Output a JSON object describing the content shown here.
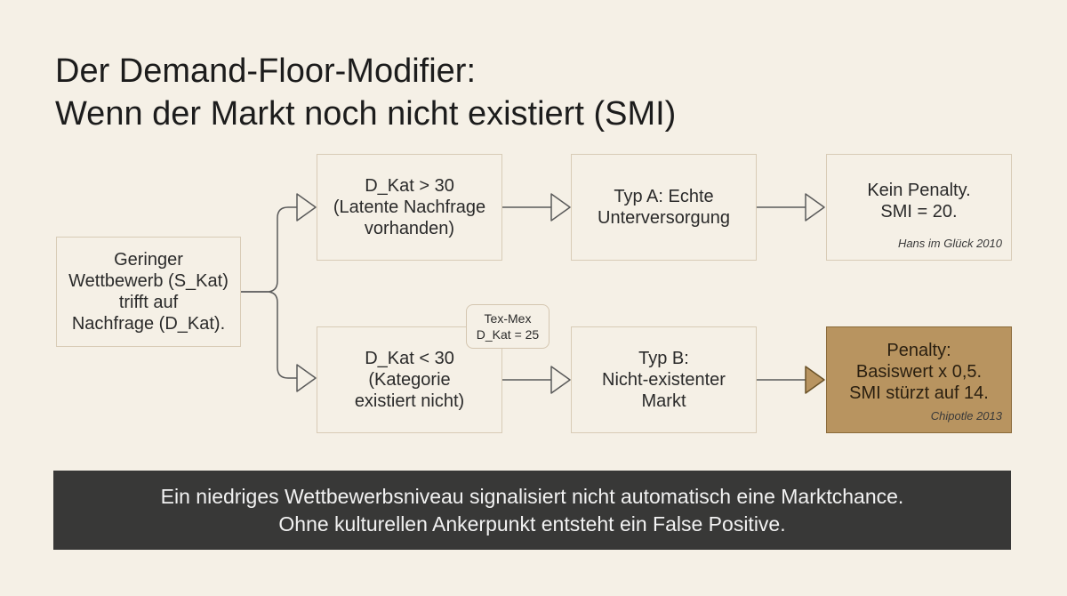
{
  "title": {
    "line1": "Der Demand-Floor-Modifier:",
    "line2": "Wenn der Markt noch nicht existiert (SMI)"
  },
  "nodes": {
    "start": {
      "lines": [
        "Geringer",
        "Wettbewerb (S_Kat)",
        "trifft auf",
        "Nachfrage (D_Kat)."
      ]
    },
    "cond_high": {
      "lines": [
        "D_Kat > 30",
        "(Latente Nachfrage",
        "vorhanden)"
      ]
    },
    "cond_low": {
      "lines": [
        "D_Kat < 30",
        "(Kategorie",
        "existiert nicht)"
      ]
    },
    "type_a": {
      "lines": [
        "Typ A: Echte",
        "Unterversorgung"
      ]
    },
    "type_b": {
      "lines": [
        "Typ B:",
        "Nicht-existenter",
        "Markt"
      ]
    },
    "result_a": {
      "lines": [
        "Kein Penalty.",
        "SMI = 20."
      ],
      "note": "Hans im Glück 2010"
    },
    "result_b": {
      "lines": [
        "Penalty:",
        "Basiswert x 0,5.",
        "SMI stürzt auf 14."
      ],
      "note": "Chipotle 2013"
    }
  },
  "badge": {
    "lines": [
      "Tex-Mex",
      "D_Kat = 25"
    ]
  },
  "banner": {
    "line1": "Ein niedriges Wettbewerbsniveau signalisiert nicht automatisch eine Marktchance.",
    "line2": "Ohne kulturellen Ankerpunkt entsteht ein False Positive."
  },
  "colors": {
    "background": "#f5f0e6",
    "box_border": "#d8cbb6",
    "connector": "#5a5a5a",
    "penalty_fill": "#b89460",
    "banner_fill": "#383837"
  }
}
